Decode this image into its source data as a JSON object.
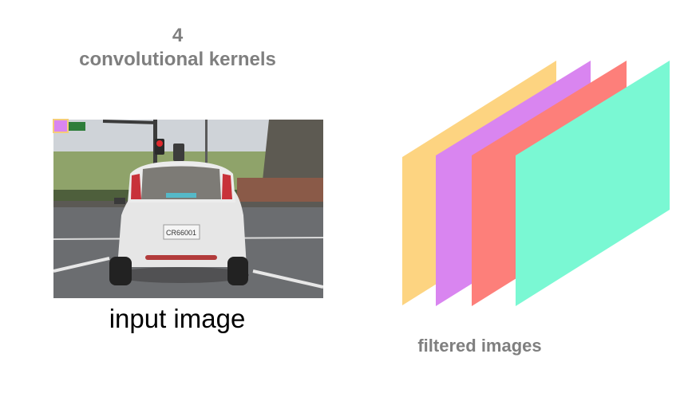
{
  "kernels": {
    "count": "4",
    "label": "convolutional kernels"
  },
  "input": {
    "label": "input image",
    "plate_text": "CR66001"
  },
  "output": {
    "label": "filtered images"
  },
  "colors": {
    "kernel": "#d985f0",
    "kernel_border": "#f5cc7a",
    "layers": [
      "#fdd481",
      "#d985f0",
      "#fd7f7a",
      "#7af8d3"
    ]
  }
}
